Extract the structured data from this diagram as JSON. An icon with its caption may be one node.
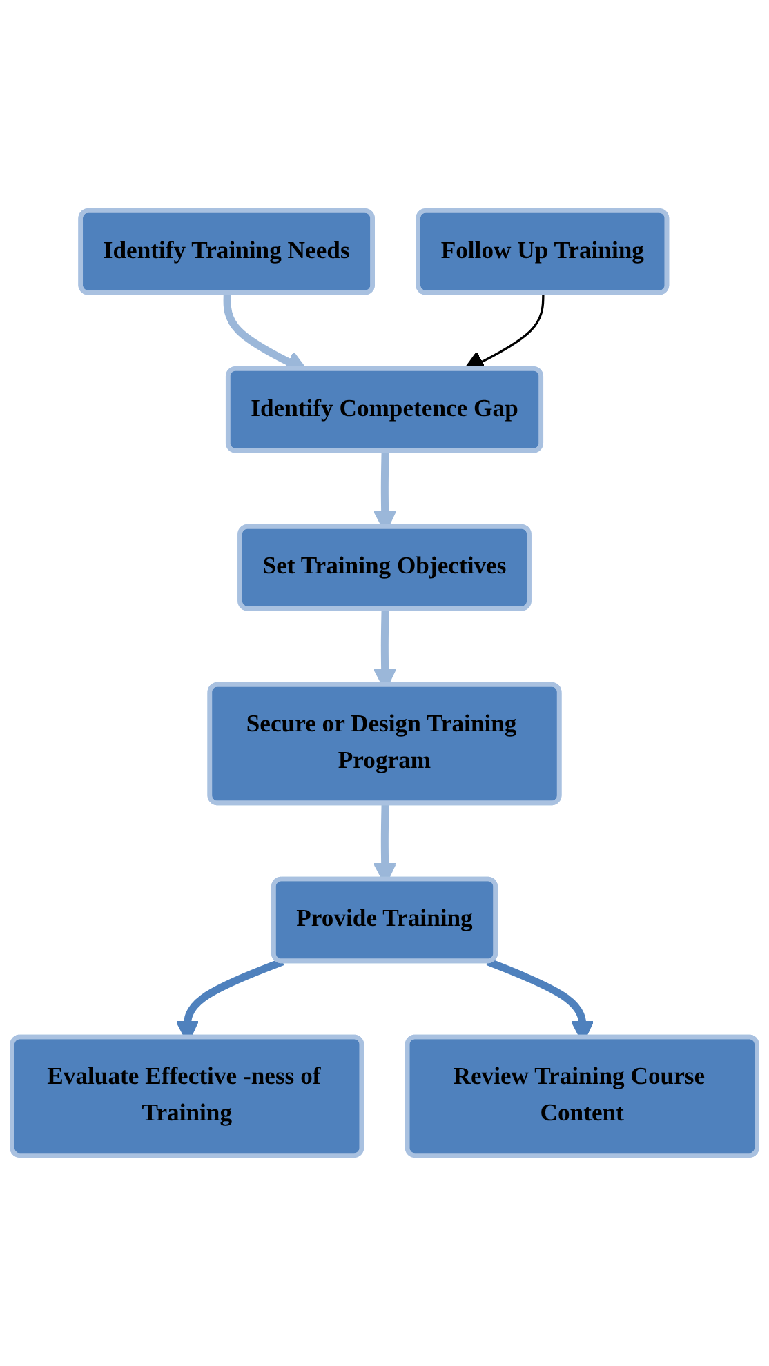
{
  "diagram": {
    "nodes": [
      {
        "text": [
          "Identify Training Needs"
        ]
      },
      {
        "text": [
          "Identify Competence Gap"
        ]
      },
      {
        "text": [
          "Set Training Objectives"
        ]
      },
      {
        "text": [
          "Secure or Design Training Program"
        ]
      },
      {
        "text": [
          "Provide Training"
        ]
      },
      {
        "text": [
          "Follow Up Training"
        ]
      },
      {
        "text": [
          "Evaluate Effective -ness of Training"
        ]
      },
      {
        "text": [
          "Review Training Course Content"
        ]
      }
    ],
    "edges": [
      {
        "from": 0,
        "to": 1,
        "arrow": "to"
      },
      {
        "from": 1,
        "to": 2,
        "arrow": "to"
      },
      {
        "from": 2,
        "to": 3,
        "arrow": "to"
      },
      {
        "from": 3,
        "to": 4,
        "arrow": "to"
      },
      {
        "from": 4,
        "to": 6,
        "arrow": "to",
        "color": "#4f81bd"
      },
      {
        "from": 4,
        "to": 7,
        "arrow": "to",
        "color": "#4f81bd"
      },
      {
        "from": 5,
        "to": 1,
        "arrow": "to",
        "color": "#000000"
      }
    ]
  }
}
